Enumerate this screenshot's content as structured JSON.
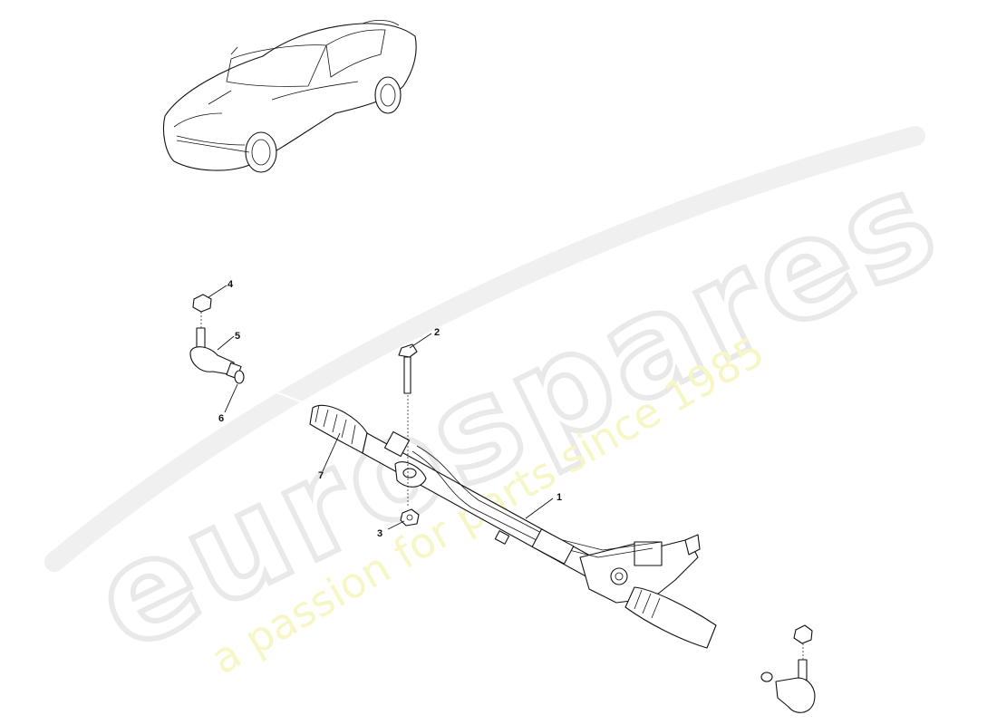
{
  "watermark": {
    "brand": "eurospares",
    "tagline": "a passion for parts since 1985"
  },
  "callouts": [
    {
      "number": "1",
      "part": "steering-rack-assembly"
    },
    {
      "number": "2",
      "part": "bolt"
    },
    {
      "number": "3",
      "part": "nut"
    },
    {
      "number": "4",
      "part": "nut"
    },
    {
      "number": "5",
      "part": "track-rod-end"
    },
    {
      "number": "6",
      "part": "lock-nut"
    },
    {
      "number": "7",
      "part": "gaiter"
    }
  ]
}
